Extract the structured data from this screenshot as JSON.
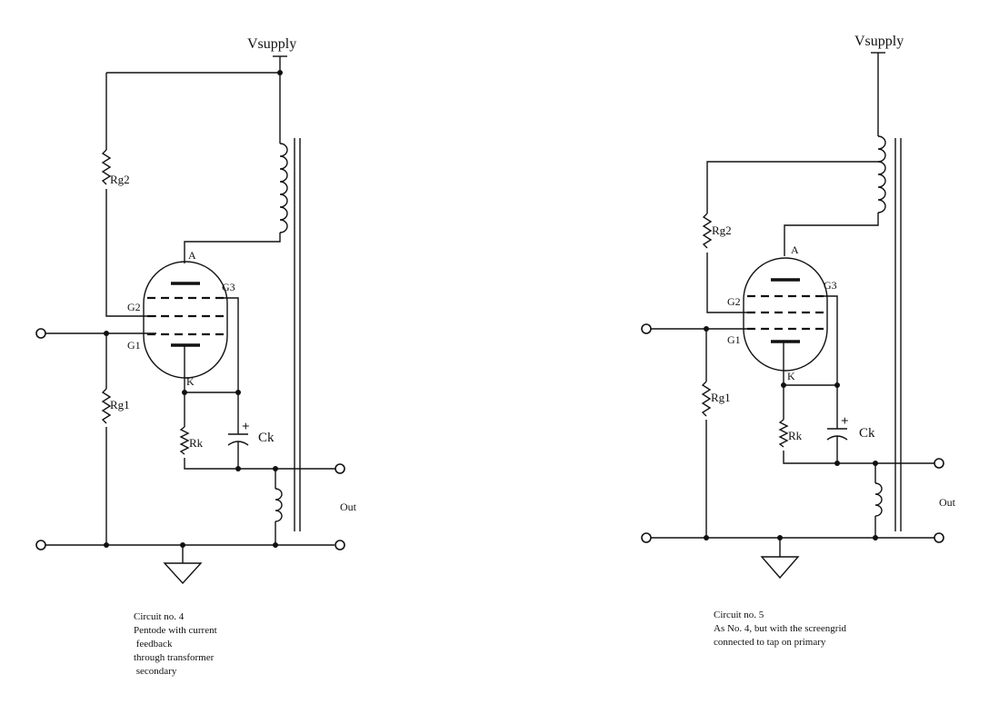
{
  "circuits": [
    {
      "supply_label": "Vsupply",
      "labels": {
        "rg2": "Rg2",
        "rg1": "Rg1",
        "rk": "Rk",
        "ck": "Ck",
        "anode": "A",
        "g2": "G2",
        "g1": "G1",
        "g3": "G3",
        "cathode": "K",
        "out": "Out",
        "plus": "+"
      },
      "caption": [
        "Circuit no. 4",
        "Pentode with current",
        " feedback",
        "through transformer",
        " secondary"
      ]
    },
    {
      "supply_label": "Vsupply",
      "labels": {
        "rg2": "Rg2",
        "rg1": "Rg1",
        "rk": "Rk",
        "ck": "Ck",
        "anode": "A",
        "g2": "G2",
        "g1": "G1",
        "g3": "G3",
        "cathode": "K",
        "out": "Out",
        "plus": "+"
      },
      "caption": [
        "Circuit no. 5",
        "As No. 4, but with the screengrid",
        "connected to tap on primary"
      ]
    }
  ]
}
